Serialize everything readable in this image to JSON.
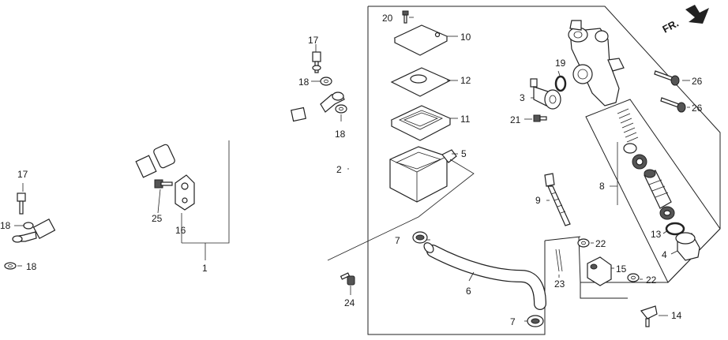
{
  "direction_label": "FR.",
  "callouts": {
    "c1": "1",
    "c2": "2",
    "c3": "3",
    "c4": "4",
    "c5": "5",
    "c6": "6",
    "c7a": "7",
    "c7b": "7",
    "c8": "8",
    "c9": "9",
    "c10": "10",
    "c11": "11",
    "c12": "12",
    "c13": "13",
    "c14": "14",
    "c15": "15",
    "c16": "16",
    "c17a": "17",
    "c17b": "17",
    "c18a": "18",
    "c18b": "18",
    "c18c": "18",
    "c18d": "18",
    "c19": "19",
    "c20": "20",
    "c21": "21",
    "c22a": "22",
    "c22b": "22",
    "c23": "23",
    "c24": "24",
    "c25": "25",
    "c26a": "26",
    "c26b": "26"
  }
}
